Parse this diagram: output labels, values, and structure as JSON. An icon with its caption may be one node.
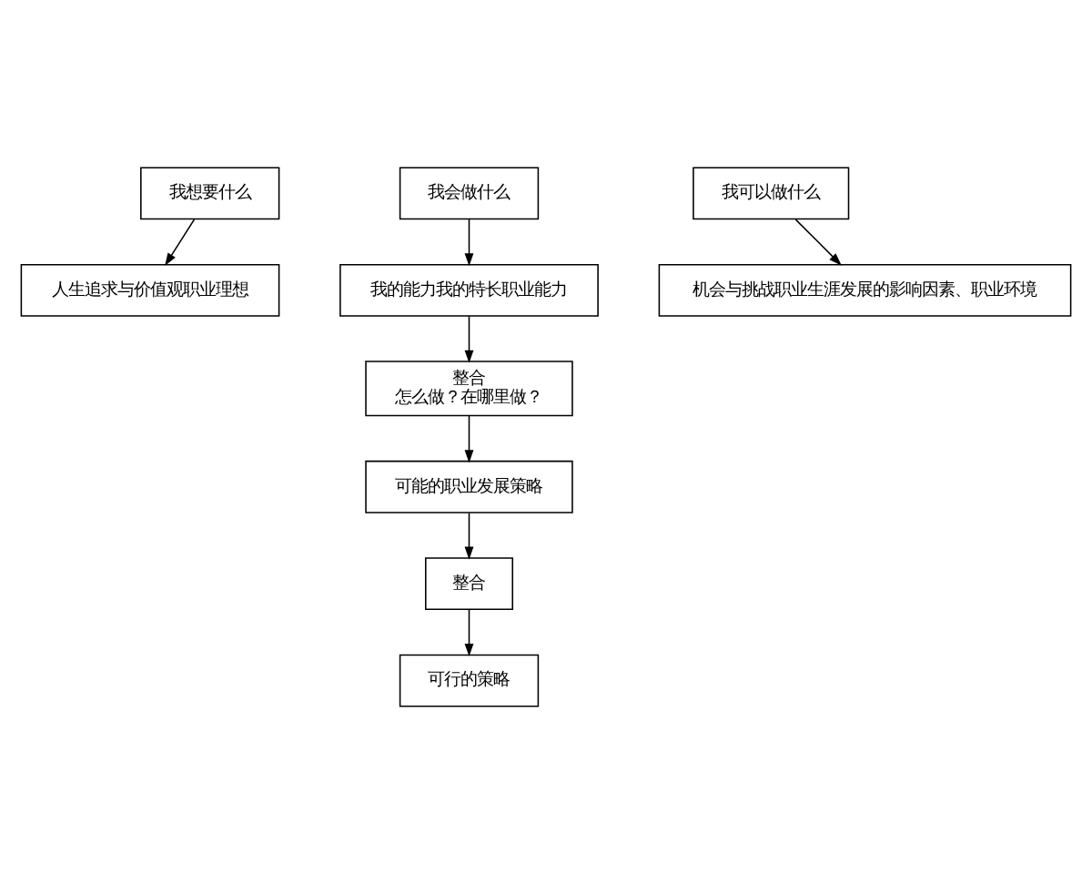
{
  "diagram": {
    "nodes": [
      {
        "text": [
          "我想要什么"
        ]
      },
      {
        "text": [
          "我会做什么"
        ]
      },
      {
        "text": [
          "我可以做什么"
        ]
      },
      {
        "text": [
          "人生追求与价值观职业理想"
        ]
      },
      {
        "text": [
          "我的能力我的特长职业能力"
        ]
      },
      {
        "text": [
          "机会与挑战职业生涯发展的影响因素、职业环境"
        ]
      },
      {
        "text": [
          "整合",
          "怎么做？在哪里做？"
        ]
      },
      {
        "text": [
          "可能的职业发展策略"
        ]
      },
      {
        "text": [
          "整合"
        ]
      },
      {
        "text": [
          "可行的策略"
        ]
      }
    ],
    "edges": [
      {
        "from": 0,
        "to": 3,
        "arrow": "to"
      },
      {
        "from": 1,
        "to": 4,
        "arrow": "to"
      },
      {
        "from": 2,
        "to": 5,
        "arrow": "to"
      },
      {
        "from": 4,
        "to": 6,
        "arrow": "to"
      },
      {
        "from": 6,
        "to": 7,
        "arrow": "to"
      },
      {
        "from": 7,
        "to": 8,
        "arrow": "to"
      },
      {
        "from": 8,
        "to": 9,
        "arrow": "to"
      }
    ]
  }
}
